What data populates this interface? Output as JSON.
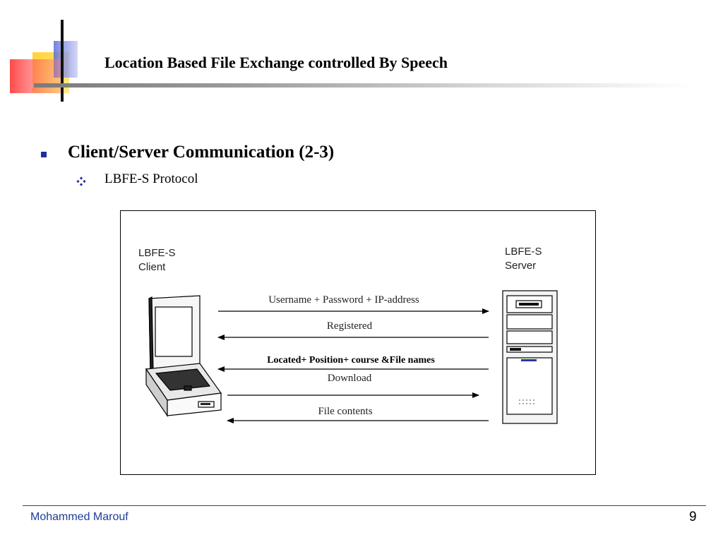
{
  "slide": {
    "title": "Location Based File Exchange controlled By Speech",
    "bullets": [
      {
        "text": "Client/Server Communication (2-3)",
        "sub": [
          {
            "text": "LBFE-S Protocol"
          }
        ]
      }
    ],
    "colors": {
      "bullet": "#1f2fa0",
      "footer_text": "#1f3c99",
      "deco_red": "#ff3b3b",
      "deco_yellow": "#ffd23a",
      "deco_blue": "#6a78e0"
    }
  },
  "diagram": {
    "client": {
      "line1": "LBFE-S",
      "line2": "Client",
      "icon": "laptop-icon"
    },
    "server": {
      "line1": "LBFE-S",
      "line2": "Server",
      "icon": "server-tower-icon"
    },
    "messages": [
      {
        "label": "Username + Password + IP-address",
        "direction": "client-to-server",
        "bold": false
      },
      {
        "label": "Registered",
        "direction": "server-to-client",
        "bold": false
      },
      {
        "label": "Located+ Position+ course &File names",
        "direction": "server-to-client",
        "bold": true
      },
      {
        "label": "Download",
        "direction": "client-to-server",
        "bold": false
      },
      {
        "label": "File contents",
        "direction": "server-to-client",
        "bold": false
      }
    ]
  },
  "footer": {
    "author": "Mohammed Marouf",
    "page": "9"
  }
}
